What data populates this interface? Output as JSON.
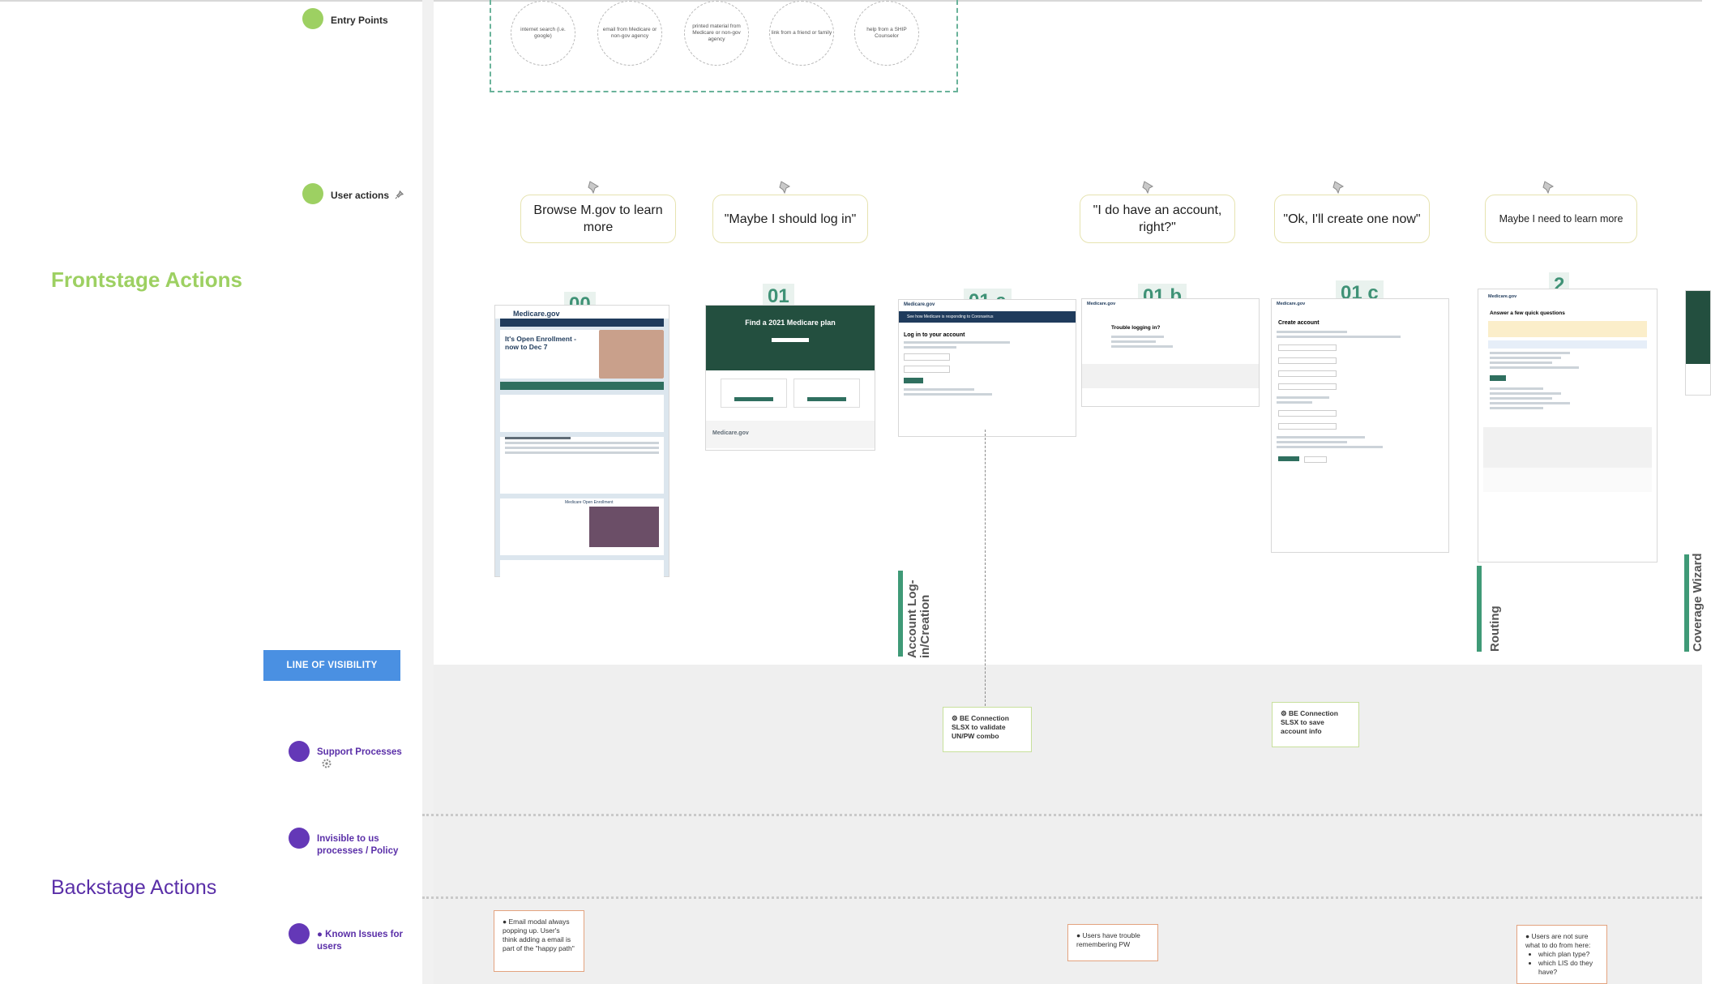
{
  "swimlanes": {
    "entry_points": "Entry Points",
    "user_actions": "User actions",
    "user_actions_icon": "pin-icon",
    "frontstage": "Frontstage Actions",
    "line_of_visibility": "LINE OF VISIBILITY",
    "support_processes": "Support Processes",
    "support_icon": "gear-icon",
    "invisible": "Invisible to us processes / Policy",
    "backstage": "Backstage Actions",
    "known_issues": "Known Issues for users",
    "known_icon": "bomb-icon"
  },
  "entry_points": [
    "internet search (i.e. google)",
    "email from Medicare or non-gov agency",
    "printed material from Medicare or non-gov agency",
    "link from a friend or family",
    "help from a SHIP Counselor"
  ],
  "user_actions": [
    "Browse M.gov to learn more",
    "\"Maybe I should log in\"",
    "\"I do have an account, right?\"",
    "\"Ok, I'll create one now\"",
    "Maybe I need to learn more"
  ],
  "steps": [
    {
      "num": "00",
      "hero": "It's Open Enrollment - now to Dec 7",
      "brand": "Medicare.gov",
      "section": "Medicare Open Enrollment"
    },
    {
      "num": "01",
      "hero": "Find a 2021 Medicare plan",
      "brand": "Medicare.gov"
    },
    {
      "num": "01 a",
      "hero": "Log in to your account",
      "brand": "Medicare.gov",
      "banner": "See how Medicare is responding to Coronavirus"
    },
    {
      "num": "01 b",
      "hero": "Trouble logging in?",
      "brand": "Medicare.gov"
    },
    {
      "num": "01 c",
      "hero": "Create account",
      "brand": "Medicare.gov"
    },
    {
      "num": "2",
      "hero": "Answer a few quick questions",
      "brand": "Medicare.gov"
    }
  ],
  "phases": [
    "Account Log-in/Creation",
    "Routing",
    "Coverage Wizard"
  ],
  "support_notes": [
    {
      "line1": "BE Connection",
      "line2": "SLSX to validate UN/PW combo"
    },
    {
      "line1": "BE Connection",
      "line2": "SLSX to save account info"
    }
  ],
  "issues": [
    "Email modal always popping up. User's think adding a email is part of the \"happy path\"",
    "Users have trouble remembering PW",
    "Users are not sure what to do from here:",
    "which plan type?",
    "which LIS do they have?"
  ],
  "colors": {
    "frontstage": "#9dd062",
    "backstage": "#5a2fa8",
    "accent": "#3f9a77",
    "lov": "#4a90e2"
  }
}
